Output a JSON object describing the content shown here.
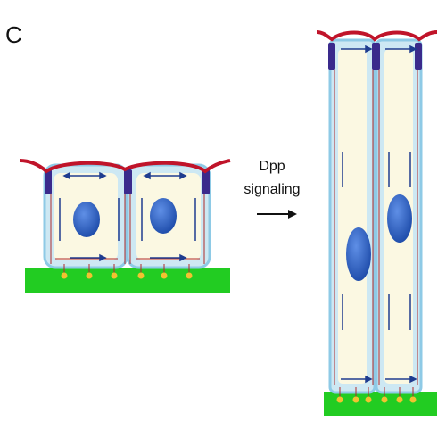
{
  "panel_label": "C",
  "annotation": {
    "line1": "Dpp",
    "line2": "signaling"
  },
  "colors": {
    "basement_membrane": "#22cc22",
    "apical_membrane": "#c0142a",
    "junction": "#3a2a8c",
    "cell_outline": "#9fd3ea",
    "cytoplasm": "#fbf8e2",
    "nucleus": "#2a5bbf",
    "filament": "#b02a2a",
    "arrow": "#1f3c8f",
    "integrin": "#f2c230"
  },
  "cells_before": 2,
  "cells_after": 2
}
